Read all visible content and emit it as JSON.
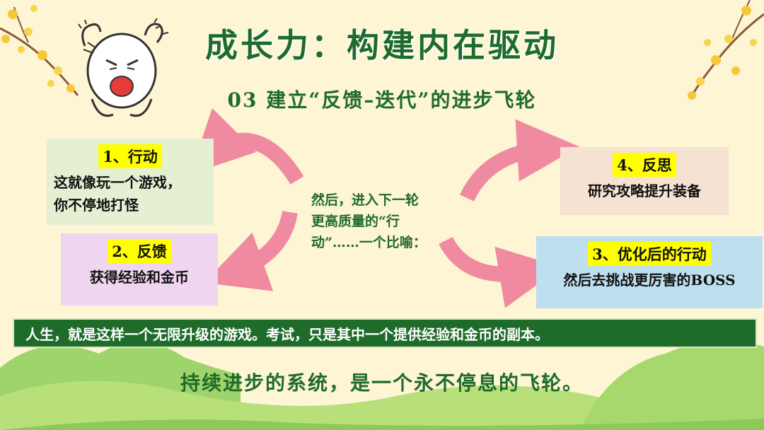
{
  "title": "成长力：构建内在驱动",
  "subtitle": "03 建立“反馈–迭代”的进步飞轮",
  "steps": [
    {
      "label": "1、行动",
      "lines": [
        "这就像玩一个游戏，",
        "你不停地打怪"
      ]
    },
    {
      "label": "2、反馈",
      "lines": [
        "获得经验和金币"
      ]
    },
    {
      "label": "3、优化后的行动",
      "lines": [
        "然后去挑战更厉害的BOSS"
      ]
    },
    {
      "label": "4、反思",
      "lines": [
        "研究攻略提升装备"
      ]
    }
  ],
  "middle_lines": [
    "然后，进入下一轮",
    "更高质量的“行",
    "动”……一个比喻："
  ],
  "banner": "人生，就是这样一个无限升级的游戏。考试，只是其中一个提供经验和金币的副本。",
  "closing": "持续进步的系统，是一个永不停息的飞轮。",
  "colors": {
    "background": "#fdf5d3",
    "title_green": "#1e6b2a",
    "arrow_pink": "#f08aa0",
    "label_highlight": "#ffff00",
    "box1": "#e5f0d3",
    "box2": "#efd5ef",
    "box3": "#bedfef",
    "box4": "#f6e2d2"
  },
  "icons": [
    "angry-cartoon-character-icon",
    "flower-branch-icon",
    "grass-hill-decoration"
  ]
}
